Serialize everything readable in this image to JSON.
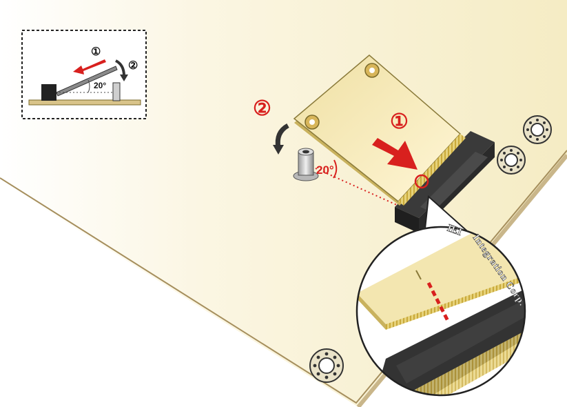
{
  "inset": {
    "step1": "①",
    "step2": "②",
    "angle": "20°"
  },
  "main": {
    "step1": "①",
    "step2": "②",
    "angle": "20°"
  },
  "brand": {
    "logo": "IEI",
    "name": "Integration Corp."
  },
  "colors": {
    "board": "#f5ecc4",
    "board_edge": "#c9b68a",
    "arrow_red": "#d8201e",
    "connector": "#2b2b2b",
    "card": "#f3e6b0"
  }
}
